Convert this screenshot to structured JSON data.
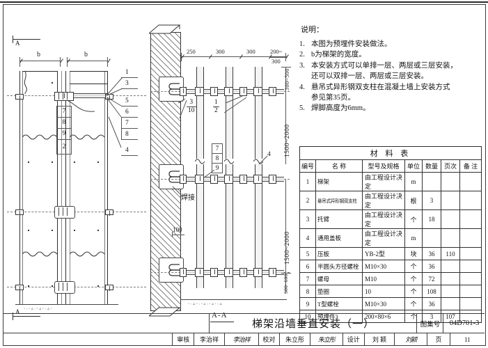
{
  "sheet": {
    "atlas_label": "图集号",
    "atlas_number": "04D701-3",
    "page_label": "页",
    "page_number": "11",
    "title": "梯架沿墙垂直安装（一）"
  },
  "title_block": {
    "review_label": "审核",
    "review_name": "李治祥",
    "review_sign": "李治祥",
    "check_label": "校对",
    "check_name": "朱立彤",
    "check_sign": "朱立彤",
    "design_label": "设计",
    "design_name": "刘 颖",
    "design_sign": "刘颖"
  },
  "notes": {
    "heading": "说明：",
    "items": [
      {
        "n": "1.",
        "text": "本图为预埋件安装做法。",
        "cont": ""
      },
      {
        "n": "2.",
        "text": "b为梯架的宽度。",
        "cont": ""
      },
      {
        "n": "3.",
        "text": "本安装方式可以单排一层、两层或三层安装，",
        "cont": "还可以双排一层、两层或三层安装。"
      },
      {
        "n": "4.",
        "text": "悬吊式异形钢双支柱在混凝土墙上安装方式",
        "cont": "参见第35页。"
      },
      {
        "n": "5.",
        "text": "焊脚高度为6mm。",
        "cont": ""
      }
    ]
  },
  "materials": {
    "caption": "材 料 表",
    "headers": [
      "编号",
      "名  称",
      "型号及规格",
      "单位",
      "数量",
      "页次",
      "备  注"
    ],
    "rows": [
      {
        "no": "1",
        "name": "梯架",
        "spec": "由工程设计决定",
        "unit": "m",
        "qty": "",
        "page": "",
        "remark": ""
      },
      {
        "no": "2",
        "name": "悬吊式异形钢双支柱",
        "spec": "由工程设计决定",
        "unit": "根",
        "qty": "3",
        "page": "",
        "remark": ""
      },
      {
        "no": "3",
        "name": "托臂",
        "spec": "由工程设计决定",
        "unit": "个",
        "qty": "18",
        "page": "",
        "remark": ""
      },
      {
        "no": "4",
        "name": "通用盖板",
        "spec": "由工程设计决定",
        "unit": "m",
        "qty": "",
        "page": "",
        "remark": ""
      },
      {
        "no": "5",
        "name": "压板",
        "spec": "YB-2型",
        "unit": "块",
        "qty": "36",
        "page": "110",
        "remark": ""
      },
      {
        "no": "6",
        "name": "半圆头方径螺栓",
        "spec": "M10×30",
        "unit": "个",
        "qty": "36",
        "page": "",
        "remark": ""
      },
      {
        "no": "7",
        "name": "螺母",
        "spec": "M10",
        "unit": "个",
        "qty": "72",
        "page": "",
        "remark": ""
      },
      {
        "no": "8",
        "name": "垫圈",
        "spec": "10",
        "unit": "个",
        "qty": "108",
        "page": "",
        "remark": ""
      },
      {
        "no": "9",
        "name": "T型螺栓",
        "spec": "M10×30",
        "unit": "个",
        "qty": "36",
        "page": "",
        "remark": ""
      },
      {
        "no": "10",
        "name": "预埋件3",
        "spec": "200×80×6",
        "unit": "个",
        "qty": "3",
        "page": "107",
        "remark": ""
      }
    ]
  },
  "left_drawing": {
    "section_mark_top": "A",
    "section_mark_bottom": "A",
    "dim_b_1": "b",
    "dim_b_2": "b",
    "callouts_right": [
      "1",
      "3",
      "5",
      "6",
      "7",
      "8",
      "4"
    ],
    "callouts_mid": [
      "7",
      "8",
      "9",
      "2"
    ]
  },
  "middle_drawing": {
    "view_label": "A-A",
    "dims_horizontal": [
      "250",
      "300",
      "300",
      "200~",
      "300"
    ],
    "dim_vertical_top": "300~500",
    "dim_vertical_mid": "1500~2000",
    "dim_vertical_low": "1500~2000",
    "dim_vertical_bottom": "500~600",
    "weld_label": "焊接",
    "dim_100": "100",
    "callout_a_top": "3",
    "callout_a_bot": "10",
    "callout_b_top": "1",
    "callout_b_bot": "2",
    "callouts_stack": [
      "7",
      "8",
      "9"
    ],
    "callout_4": "4"
  }
}
